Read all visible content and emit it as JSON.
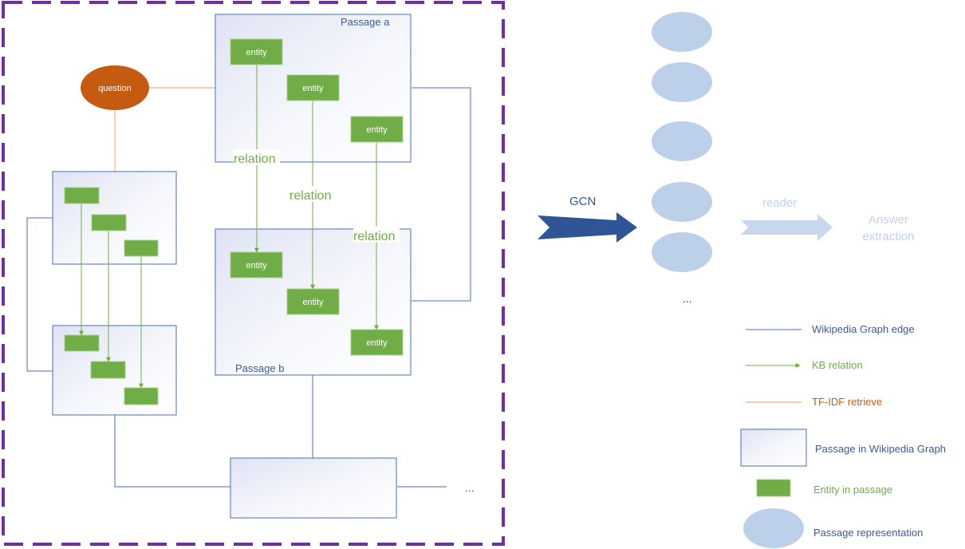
{
  "labels": {
    "passage_a": "Passage a",
    "passage_b": "Passage b",
    "question": "question",
    "entity": "entity",
    "relation": "relation",
    "gcn": "GCN",
    "reader": "reader",
    "answer_line1": "Answer",
    "answer_line2": "extraction",
    "ellipsis": "..."
  },
  "legend": {
    "wiki_edge": "Wikipedia Graph edge",
    "kb_relation": "KB relation",
    "tfidf": "TF-IDF retrieve",
    "passage": "Passage in Wikipedia Graph",
    "entity_in_passage": "Entity in passage",
    "passage_repr": "Passage representation"
  },
  "colors": {
    "frame": "#7030a0",
    "edge": "#4a6fb0",
    "entity": "#70ad47",
    "question": "#c55a11",
    "tfidf": "#f4b183",
    "ellipse": "#bdd0ea",
    "gcn_arrow": "#2f5597",
    "reader_arrow": "#c6d7ee",
    "text_blue": "#3d5a99",
    "text_green": "#70ad47",
    "text_orange": "#c55a11",
    "text_faded": "#c3d2e8"
  }
}
